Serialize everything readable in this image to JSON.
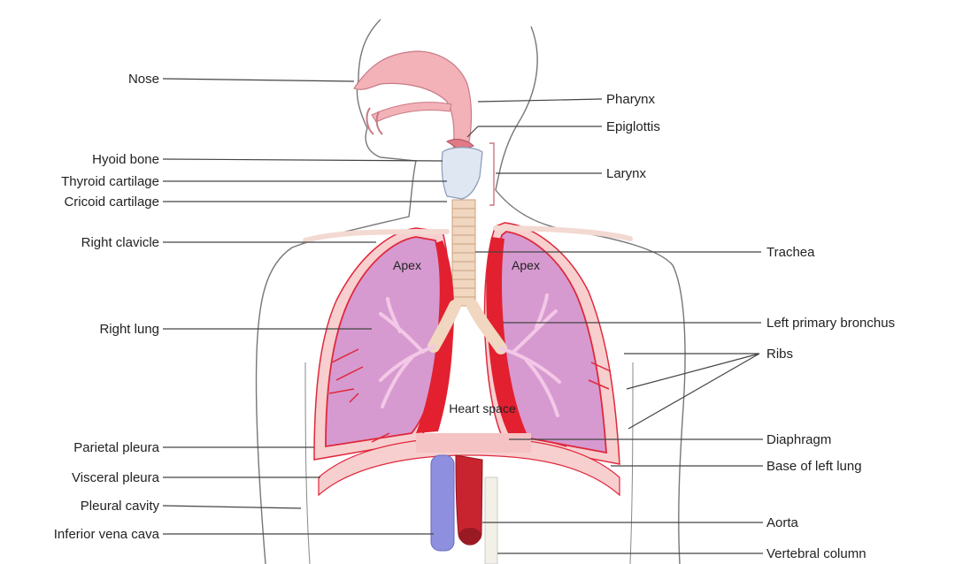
{
  "colors": {
    "lung": "#d69ad0",
    "lung_edge": "#e0283c",
    "pleura": "#f7cfcf",
    "muscle": "#e3202f",
    "trachea": "#f1d6c0",
    "nasal": "#f3b2b8",
    "vein": "#8f8fe0",
    "aorta": "#c8242f",
    "outline": "#777777",
    "leader": "#444444"
  },
  "labels_left": {
    "nose": "Nose",
    "hyoid_bone": "Hyoid bone",
    "thyroid_cartilage": "Thyroid cartilage",
    "cricoid_cartilage": "Cricoid cartilage",
    "right_clavicle": "Right clavicle",
    "right_lung": "Right lung",
    "parietal_pleura": "Parietal pleura",
    "visceral_pleura": "Visceral pleura",
    "pleural_cavity": "Pleural cavity",
    "inferior_vena_cava": "Inferior vena cava"
  },
  "labels_right": {
    "pharynx": "Pharynx",
    "epiglottis": "Epiglottis",
    "larynx": "Larynx",
    "trachea": "Trachea",
    "left_primary_bronchus": "Left primary bronchus",
    "ribs": "Ribs",
    "diaphragm": "Diaphragm",
    "base_of_left_lung": "Base of left lung",
    "aorta": "Aorta",
    "vertebral_column": "Vertebral column"
  },
  "labels_inner": {
    "apex_right": "Apex",
    "apex_left": "Apex",
    "heart_space": "Heart space"
  }
}
